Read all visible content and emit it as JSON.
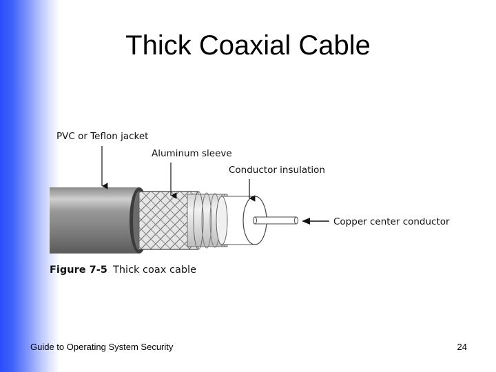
{
  "slide": {
    "title": "Thick Coaxial Cable",
    "footer_text": "Guide to Operating System Security",
    "page_number": "24"
  },
  "figure": {
    "labels": {
      "jacket": "PVC or Teflon jacket",
      "sleeve": "Aluminum sleeve",
      "insulation": "Conductor insulation",
      "conductor": "Copper center conductor"
    },
    "caption_number": "Figure 7-5",
    "caption_text": "Thick coax cable"
  },
  "colors": {
    "accent_bar": "#2a4dfb"
  }
}
